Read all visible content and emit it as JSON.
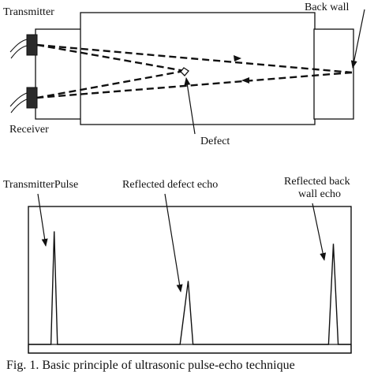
{
  "labels": {
    "transmitter": "Transmitter",
    "receiver": "Receiver",
    "back_wall": "Back wall",
    "defect": "Defect",
    "transmitter_pulse": "TransmitterPulse",
    "defect_echo": "Reflected defect echo",
    "back_wall_echo_line1": "Reflected back",
    "back_wall_echo_line2": "wall echo"
  },
  "caption": "Fig. 1. Basic principle of ultrasonic pulse-echo technique",
  "chart_data": {
    "type": "line",
    "title": "",
    "xlabel": "",
    "ylabel": "",
    "series": [
      {
        "name": "",
        "x": [
          0,
          0.07,
          0.08,
          0.09,
          0.47,
          0.495,
          0.51,
          0.93,
          0.945,
          0.96,
          1
        ],
        "values": [
          0,
          0,
          0.82,
          0,
          0,
          0.46,
          0,
          0,
          0.73,
          0,
          0
        ]
      }
    ],
    "peaks": [
      {
        "label": "TransmitterPulse",
        "x": 0.08,
        "height": 0.82
      },
      {
        "label": "Reflected defect echo",
        "x": 0.495,
        "height": 0.46
      },
      {
        "label": "Reflected back wall echo",
        "x": 0.945,
        "height": 0.73
      }
    ],
    "xlim": [
      0,
      1
    ],
    "ylim": [
      0,
      1
    ],
    "grid": false
  },
  "colors": {
    "ink": "#111111",
    "probe_fill": "#2a2a2a",
    "background": "#ffffff"
  }
}
